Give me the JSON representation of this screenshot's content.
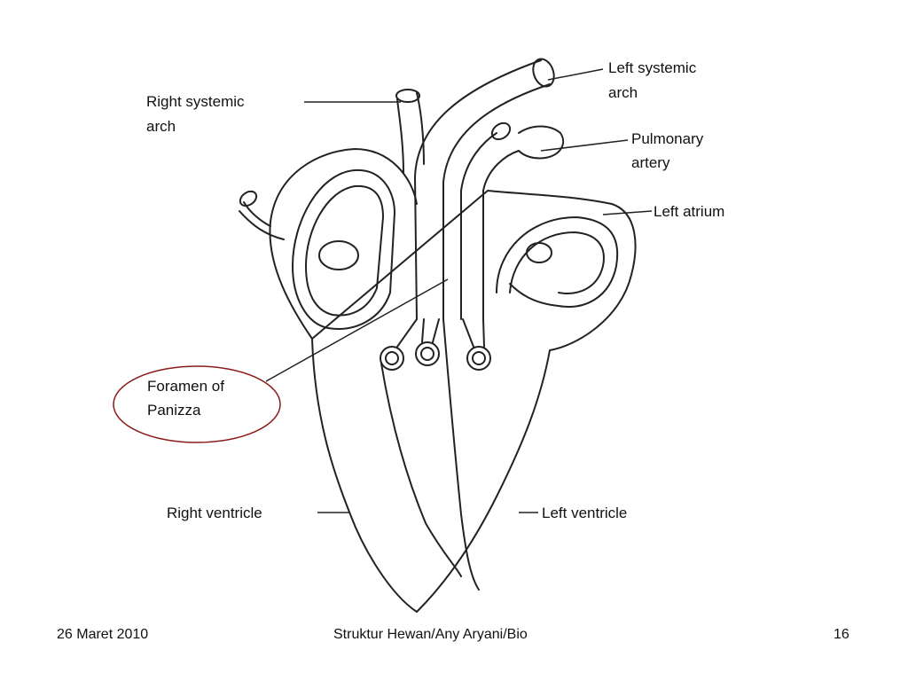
{
  "slide": {
    "labels": {
      "right_systemic_arch": [
        "Right systemic",
        "arch"
      ],
      "left_systemic_arch": [
        "Left systemic",
        "arch"
      ],
      "pulmonary_artery": [
        "Pulmonary",
        "artery"
      ],
      "left_atrium": "Left atrium",
      "foramen_of_panizza": [
        "Foramen of",
        "Panizza"
      ],
      "right_ventricle": "Right ventricle",
      "left_ventricle": "Left ventricle"
    },
    "highlight_color": "#8b1a1a"
  },
  "footer": {
    "date": "26 Maret 2010",
    "title": "Struktur Hewan/Any Aryani/Bio",
    "page": "16"
  }
}
